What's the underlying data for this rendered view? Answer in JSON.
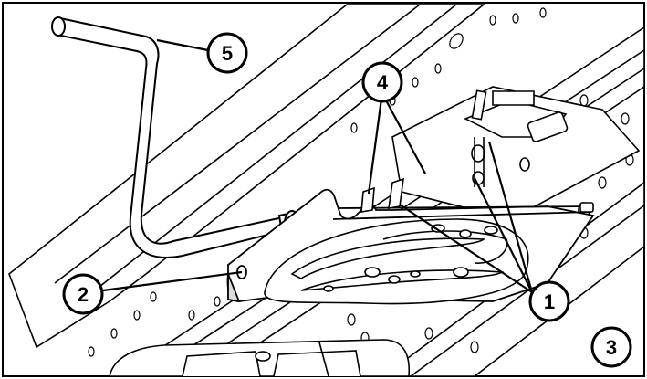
{
  "callouts": [
    {
      "number": "1"
    },
    {
      "number": "2"
    },
    {
      "number": "3"
    },
    {
      "number": "4"
    },
    {
      "number": "5"
    }
  ],
  "colors": {
    "ink": "#000000",
    "paper": "#ffffff",
    "shade": "#dcdcdc",
    "frame": "#000000"
  }
}
